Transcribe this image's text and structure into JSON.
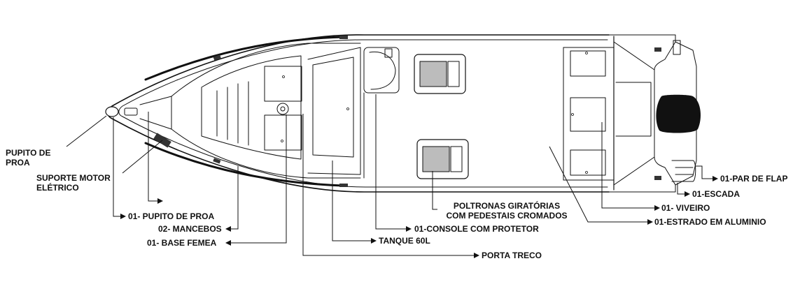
{
  "labels": {
    "pupito_de_proa_left": [
      "PUPITO DE",
      "PROA"
    ],
    "suporte_motor": [
      "SUPORTE MOTOR",
      "ELÉTRICO"
    ],
    "pupito_de_proa": "01- PUPITO DE PROA",
    "mancebos": "02- MANCEBOS",
    "base_femea": "01- BASE FEMEA",
    "tanque": "TANQUE 60L",
    "porta_treco": "PORTA TRECO",
    "console": "01-CONSOLE COM PROTETOR",
    "poltronas": [
      "POLTRONAS GIRATÓRIAS",
      "COM PEDESTAIS CROMADOS"
    ],
    "estrado": "01-ESTRADO EM ALUMINIO",
    "viveiro": "01- VIVEIRO",
    "escada": "01-ESCADA",
    "par_de_flap": "01-PAR DE FLAP"
  }
}
